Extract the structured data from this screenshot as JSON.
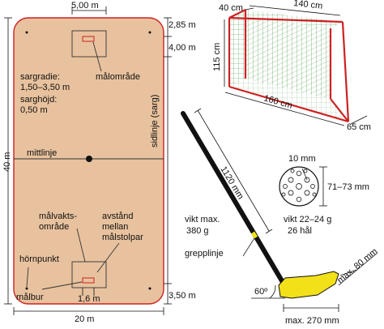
{
  "court": {
    "dim_top": "5,00 m",
    "dim_right_1": "2,85 m",
    "dim_right_2": "4,00 m",
    "dim_length": "40 m",
    "dim_width": "20 m",
    "dim_right_bottom": "3,50 m",
    "dim_goal_width": "1,6 m",
    "goal_area": "målområde",
    "corner_radius": [
      "sargradie:",
      "1,50–3,50 m"
    ],
    "board_height": [
      "sarghöjd:",
      "0,50 m"
    ],
    "sideline": "sidlinje (sarg)",
    "center_line": "mittlinje",
    "keeper_area": [
      "målvakts-",
      "område"
    ],
    "post_distance": [
      "avstånd",
      "mellan",
      "målstolpar"
    ],
    "corner_point": "hörnpunkt",
    "goal_line": "målbur"
  },
  "goal": {
    "depth_back": "40 cm",
    "width": "140 cm",
    "height": "115 cm",
    "depth_base": "160 cm",
    "base_side": "65 cm"
  },
  "stick": {
    "length": "1120 mm",
    "weight": [
      "vikt max.",
      "380 g"
    ],
    "grip_line": "grepplinje",
    "angle": "60º",
    "blade_height": "max. 80 mm",
    "blade_length": "max. 270 mm"
  },
  "ball": {
    "hole_size": "10 mm",
    "diameter": "71–73 mm",
    "weight": "vikt 22–24 g",
    "holes": "26 hål"
  },
  "colors": {
    "court_fill": "#e8c29e",
    "court_line": "#cc2222",
    "goal_frame": "#cc2222",
    "net": "#2e8b2e",
    "blade": "#f2e018",
    "stick_shaft": "#111111"
  }
}
